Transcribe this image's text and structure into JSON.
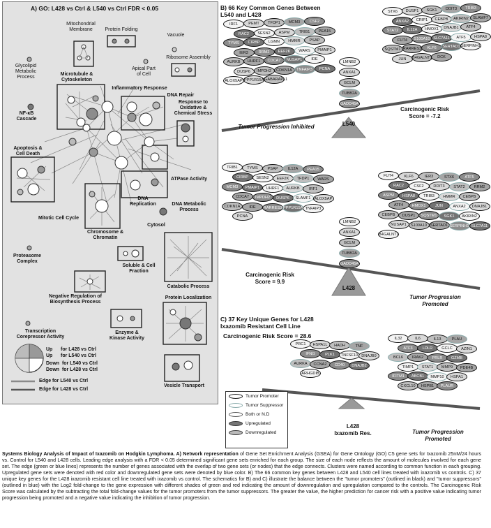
{
  "panel_a": {
    "title": "A) GO: L428 vs Ctrl & L540 vs Ctrl FDR < 0.05",
    "labels": {
      "mito": "Mitochondrial\nMembrane",
      "folding": "Protein Folding",
      "vacuole": "Vacuole",
      "glyco": "Glycolipid\nMetabolic\nProcess",
      "apical": "Apical Part\nof Cell",
      "ribo": "Ribosome Assembly",
      "micro": "Microtubule &\nCytoskeleton",
      "inflam": "Inflammatory Response",
      "dnarepair": "DNA Repair",
      "oxid": "Response to\nOxidative &\nChemical Stress",
      "nfkb": "NF-κB\nCascade",
      "apoptosis": "Apoptosis &\nCell Death",
      "atpase": "ATPase Activity",
      "dnarep2": "DNA\nReplication",
      "dnameta": "DNA Metabolic\nProcess",
      "mitotic": "Mitotic Cell Cycle",
      "chromo": "Chromosome &\nChromatin",
      "cytosol": "Cytosol",
      "proteasome": "Proteasome\nComplex",
      "soluble": "Soluble & Cell\nFraction",
      "negreg": "Negative Regulation of\nBiosynthesis Process",
      "catabolic": "Catabolic Process",
      "localiz": "Protein Localization",
      "tcorep": "Transcription\nCorepressor Activity",
      "enzyme": "Enzyme &\nKinase Activity",
      "vesicle": "Vesicle Transport"
    },
    "legend": {
      "up_l428": "Up      for L428 vs Ctrl",
      "up_l540": "Up      for L540 vs Ctrl",
      "down_l540": "Down  for L540 vs Ctrl",
      "down_l428": "Down  for L428 vs Ctrl",
      "edge_l540": "Edge for L540 vs Ctrl",
      "edge_l428": "Edge for L428 vs Ctrl"
    }
  },
  "panel_b": {
    "title": "B) 66 Key Common Genes Between\nL540 and L428",
    "left_genes": [
      "IRF1",
      "PEMT",
      "TFDP1",
      "MCM3",
      "CSF2",
      "RAC2",
      "SESN2",
      "ASPM",
      "TRIB1",
      "PEA15",
      "TYMS",
      "CIRBP",
      "LGMN",
      "HMMR",
      "PSAP",
      "IER3",
      "RRM2",
      "EEF2K",
      "WARS",
      "PMAIP1",
      "AURKB",
      "UHRF1",
      "CDCA7",
      "NUSAP1",
      "IDE",
      "DUSP6",
      "IMPDH2",
      "CDKN1A",
      "TNFAIP3",
      "PCNA",
      "ALOX5AP",
      "PPP1R15A",
      "GABARAPL1"
    ],
    "center_genes": [
      "LMNB2",
      "ANXA1",
      "GCLM",
      "TUBB2A",
      "GADD45A"
    ],
    "right_genes": [
      "STX6",
      "DUSP1",
      "SGK1",
      "DDIT3",
      "TRIB3",
      "ANXA2",
      "CRIP1",
      "CEBPB",
      "AKIRIN2",
      "SLAMF7",
      "STAT2",
      "IL12A",
      "HMOX1",
      "DNAJB1",
      "ATF4",
      "FUT4",
      "S100A10",
      "SLC7A11",
      "ATF5",
      "HSPA8",
      "SQSTM1",
      "RARRES3",
      "KLF6",
      "SERTAD1",
      "SERPINH1",
      "JUN",
      "B4GALNT1",
      "DCK"
    ],
    "fulcrum": "L540",
    "risk_label": "Carcinogenic Risk\nScore = -7.2",
    "caption_left": "Tumor Progression Inhibited"
  },
  "panel_b2": {
    "left_genes": [
      "TRIB1",
      "TYMS",
      "PSAP",
      "IL12A",
      "PEA15",
      "CIRBP",
      "SESN2",
      "EEF2K",
      "TFDP1",
      "WARS",
      "MCM3",
      "PMAIP1",
      "UHRF1",
      "AURKB",
      "IRF1",
      "CDCA7",
      "IMPDH2",
      "DUSP6",
      "SLAMF1",
      "ALOX5AP",
      "CDKN1A",
      "IDE",
      "RARRES3",
      "PPP1R15A",
      "TNFAIP3",
      "PCNA"
    ],
    "center_genes": [
      "LMNB2",
      "ANXA1",
      "GCLM",
      "TUBB2A",
      "GADD45A"
    ],
    "right_genes": [
      "FUT4",
      "KLF6",
      "IER3",
      "STX6",
      "ATF5",
      "RAC2",
      "CSF2",
      "DDIT3",
      "STAT2",
      "RRM2",
      "ASPM",
      "HSPA8",
      "TRIB3",
      "HMMR",
      "CEBPB",
      "ATF4",
      "HMOX1",
      "JUN",
      "ANXA2",
      "DNAJB1",
      "CEBPB",
      "DUSP1",
      "SQSTM1",
      "SGK1",
      "AKIRIN2",
      "NUSAP1",
      "S100A10",
      "SERTAD1",
      "SERPINH1",
      "SLC7A11",
      "B4GALNT1"
    ],
    "fulcrum": "L428",
    "risk_label": "Carcinogenic Risk\nScore = 9.9",
    "caption_right": "Tumor Progression\nPromoted"
  },
  "panel_c": {
    "title": "C) 37 Key Unique Genes for L428\nIxazomib Resistant Cell Line",
    "risk_label": "Carcinogenic Risk Score = 28.6",
    "left_genes": [
      "PRC1",
      "HSPA1L",
      "HADH",
      "TNF",
      "IFNG",
      "PLK1",
      "TNFSF10",
      "DNAJB9",
      "AURKA",
      "CCNA2",
      "CD40",
      "DNAJB2",
      "ARHGDIB"
    ],
    "right_genes": [
      "IL32",
      "IL6",
      "IL13",
      "PLAU",
      "ATF3",
      "LDLR",
      "GCLC",
      "AZIN1",
      "BCL6",
      "IRAK2",
      "PRLR",
      "GZMB",
      "TIMP1",
      "STAT1",
      "MMP9",
      "PDE4B",
      "IFITM1",
      "ABCB1",
      "MMP10",
      "HSPA1",
      "CXCL10",
      "HSPB1",
      "PLAUR"
    ],
    "fulcrum": "L428\nIxazomib Res.",
    "caption_right": "Tumor Progression\nPromoted"
  },
  "legend_bc": {
    "items": [
      "Tumor Promoter",
      "Tumor Suppressor",
      "Both or N.D",
      "Upregulated",
      "Downregulated"
    ]
  },
  "caption": {
    "heading": "Systems Biology Analysis of Impact of Ixazomib on Hodgkin Lymphoma. A) Network representation",
    "body": "of Gene Set Enrichment Analysis (GSEA) for Gene Ontology (GO) C5 gene sets for Ixazomib 25nM/24 hours vs. Control for L540 and L428 cells. Leading edge analysis with a FDR < 0.05 determined significant gene sets enriched for each group. The size of each node reflects the amount of molecules involved for each gene set. The edge (green or blue lines) represents the number of genes associated with the overlap of two gene sets (or nodes) that the edge connects. Clusters were named according to common function in each grouping. Upregulated gene sets were denoted with red color and downregulated gene sets were denoted by blue color. B) The 66 common key genes between L428 and L540 cell lines treated with ixazomib vs controls. C) 37 unique key genes for the L428 ixazomib resistant cell line treated with ixazomib vs control. The schematics for B) and C) illustrate the balance between the \"tumor promoters\" (outlined in black) and \"tumor suppressors\" (outlined in blue) with the Log2 fold-change to the gene expression with different shades of green and red indicating the amount of downregulation and upregulation compared to the controls. The Carcinogenic Risk Score was calculated by the subtracting the total fold-change values for the tumor promoters from the tumor suppressors. The greater the value, the higher prediction for cancer risk with a positive value indicating tumor progression being promoted and a negative value indicating the inhibition of tumor progression."
  }
}
